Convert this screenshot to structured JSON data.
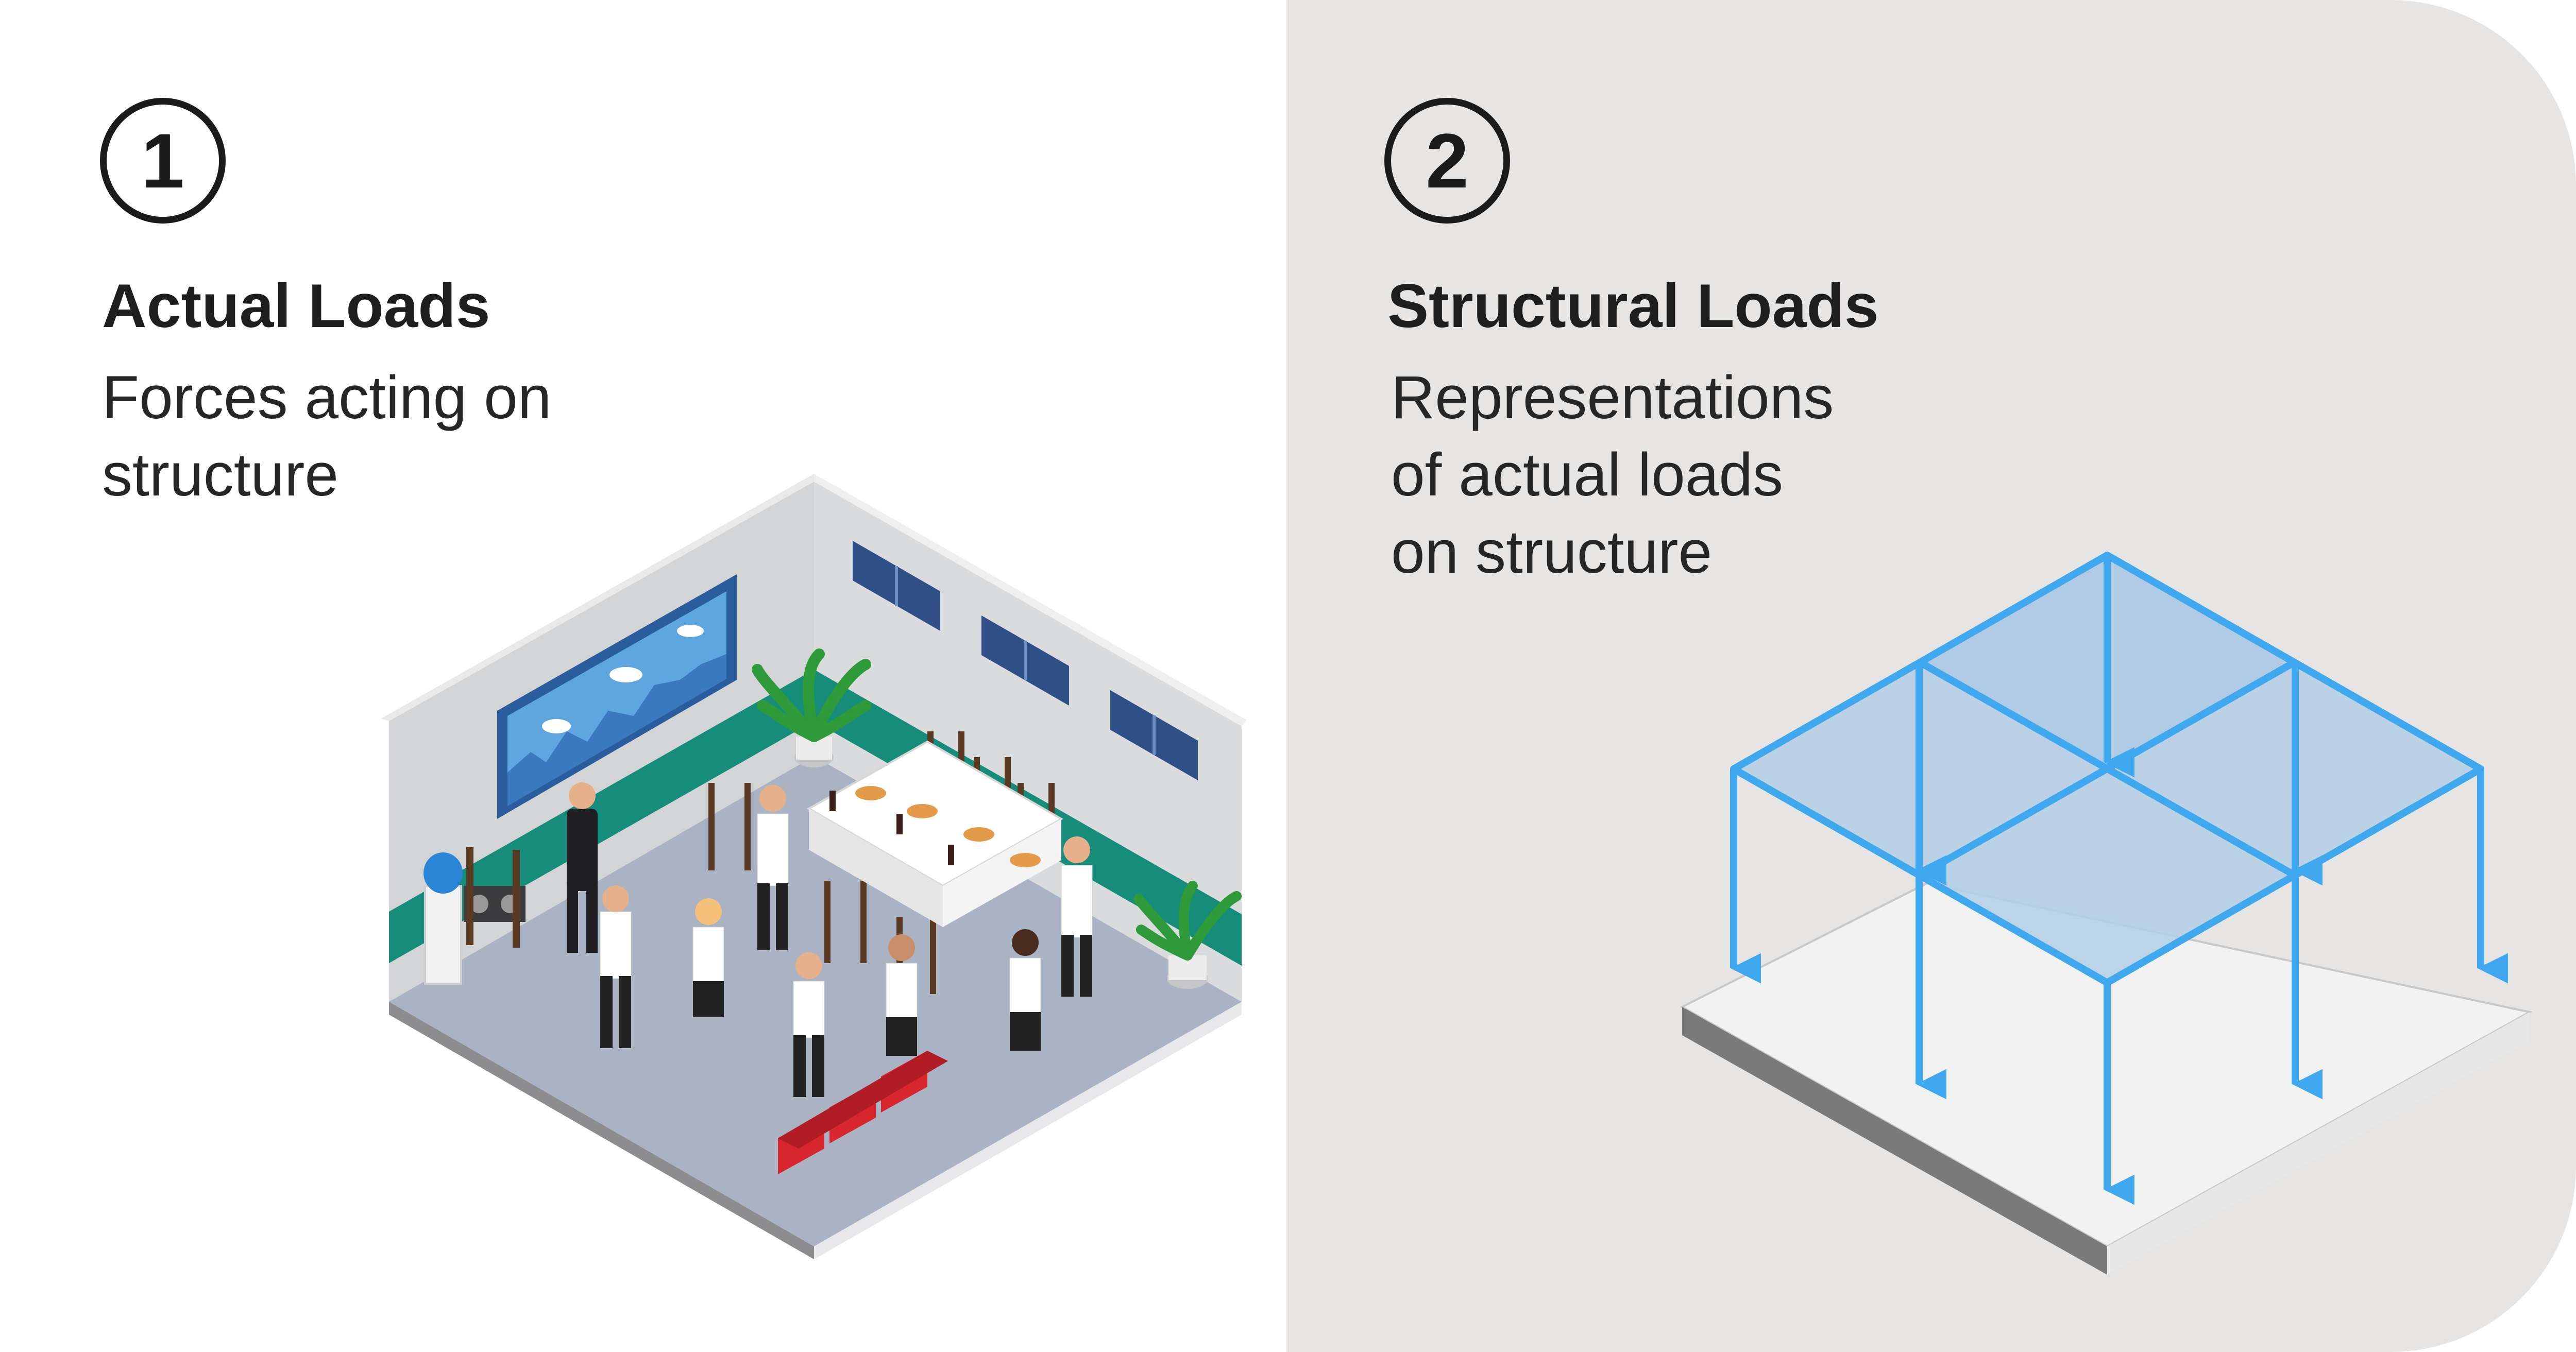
{
  "left_panel": {
    "step_number": "1",
    "title": "Actual Loads",
    "description_lines": [
      "Forces acting on",
      "structure"
    ],
    "illustration": "isometric office party room with people, tables, chairs and plants"
  },
  "right_panel": {
    "step_number": "2",
    "title": "Structural Loads",
    "description_lines": [
      "Representations",
      "of actual loads",
      "on structure"
    ],
    "illustration": "isometric structural frame on a slab with downward load arrows"
  },
  "colors": {
    "right_panel_background": "#e6e5e3",
    "load_arrow_blue": "#3fa8ee",
    "roof_tint": "#b3cfe6",
    "room_floor": "#aab3c3",
    "room_wall": "#d4d5d7",
    "teal_band": "#168c7a",
    "chair_red": "#d8262e"
  },
  "icons": [
    "number-one-badge",
    "number-two-badge",
    "down-arrow-icon"
  ]
}
